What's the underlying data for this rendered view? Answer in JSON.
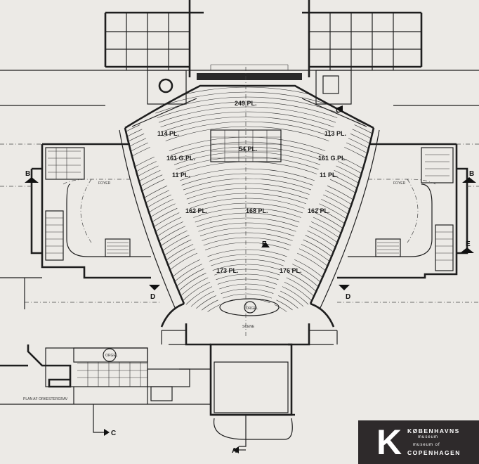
{
  "plan": {
    "seat_labels": {
      "balcony_center": "249 PL.",
      "upper_left": "114 PL.",
      "upper_right": "113 PL.",
      "center_box": "54 PL.",
      "loge_left": "161 G.PL.",
      "loge_right": "161 G.PL.",
      "small_left": "11 PL.",
      "small_right": "11 PL.",
      "mid_left": "162 PL.",
      "mid_center": "168 PL.",
      "mid_right": "162 PL.",
      "lower_left": "173 PL.",
      "lower_right": "176 PL."
    },
    "section_markers": {
      "b_left": "B",
      "b_right": "B",
      "e_center": "E",
      "e_right": "E",
      "d_left": "D",
      "d_right": "D",
      "c": "C",
      "a": "A",
      "g": "G"
    },
    "rooms": {
      "orchestra_pit_plan": "PLAN AF ORKESTERGRAV",
      "organ": "ORGEL",
      "organ_pit": "ORGEL",
      "stage": "SCENE",
      "foyer_left": "FOYER",
      "foyer_right": "FOYER"
    }
  },
  "logo": {
    "letter": "K",
    "line1": "KØBENHAVNS",
    "line2": "museum",
    "line3": "museum of",
    "line4": "COPENHAGEN"
  }
}
